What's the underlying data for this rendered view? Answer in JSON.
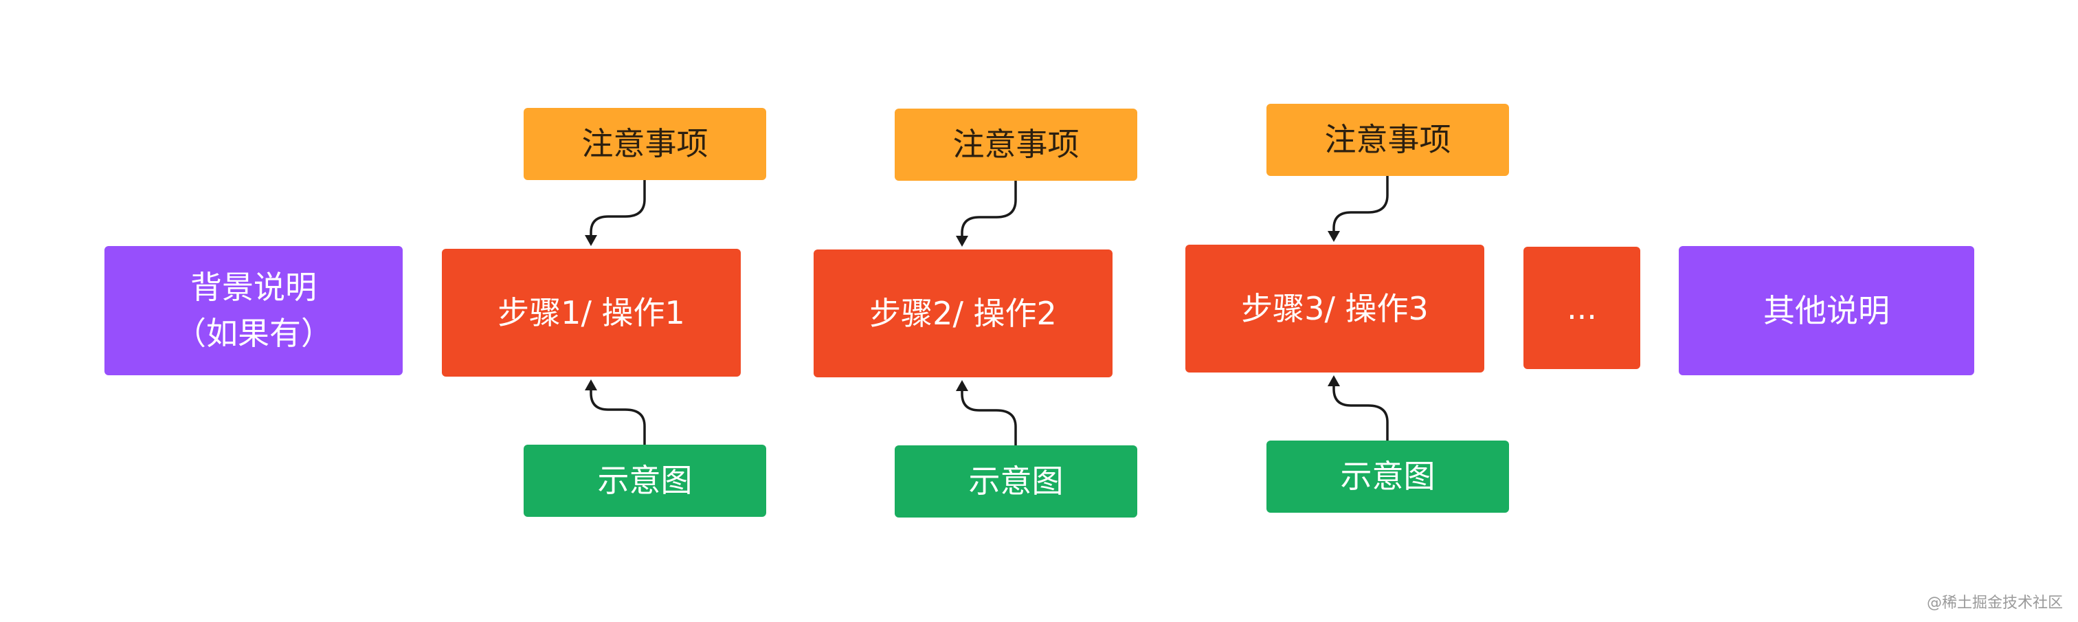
{
  "colors": {
    "intro": "#974ffc",
    "step": "#f04a24",
    "note": "#ffa62b",
    "diagram": "#19ad5f",
    "arrow": "#1a1a1a"
  },
  "nodes": {
    "background": "背景说明\n（如果有）",
    "step1": "步骤1/ 操作1",
    "step2": "步骤2/ 操作2",
    "step3": "步骤3/ 操作3",
    "ellipsis": "...",
    "other": "其他说明",
    "note1": "注意事项",
    "note2": "注意事项",
    "note3": "注意事项",
    "diagram1": "示意图",
    "diagram2": "示意图",
    "diagram3": "示意图"
  },
  "edges": [
    {
      "from": "note1",
      "to": "step1"
    },
    {
      "from": "diagram1",
      "to": "step1"
    },
    {
      "from": "note2",
      "to": "step2"
    },
    {
      "from": "diagram2",
      "to": "step2"
    },
    {
      "from": "note3",
      "to": "step3"
    },
    {
      "from": "diagram3",
      "to": "step3"
    }
  ],
  "watermark": "@稀土掘金技术社区"
}
